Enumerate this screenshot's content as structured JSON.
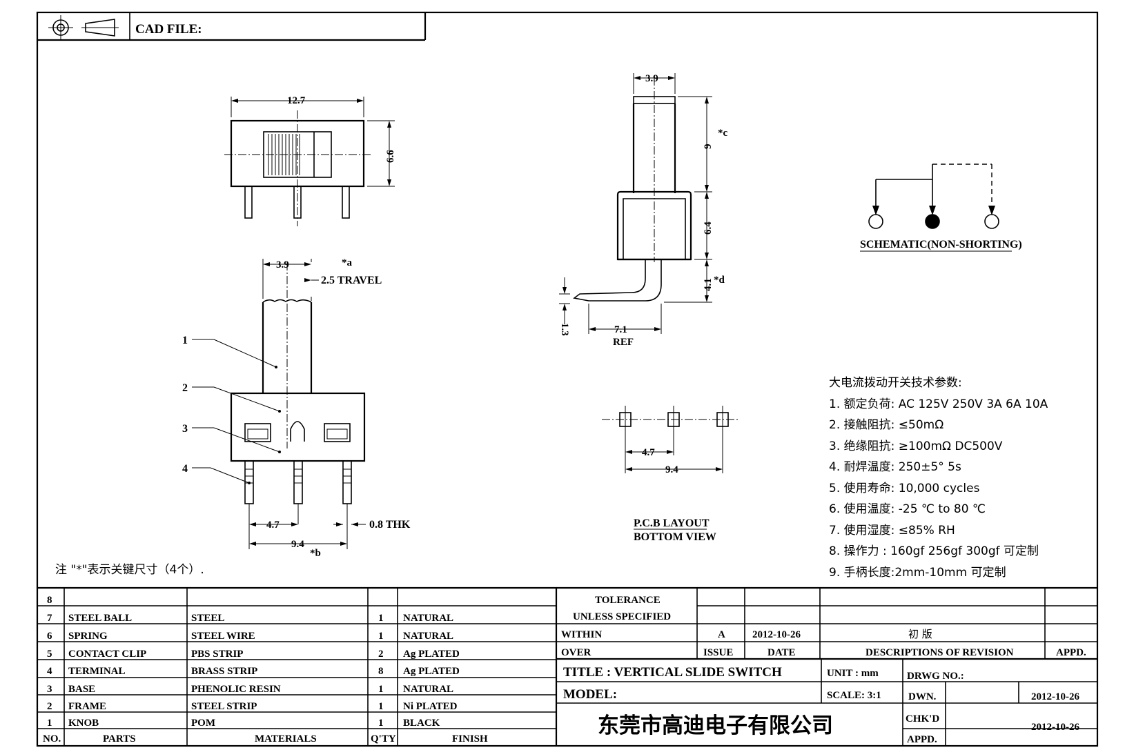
{
  "header": {
    "cad_file_label": "CAD FILE:"
  },
  "dims": {
    "width": "12.7",
    "height": "6.6",
    "knob_width_front": "3.9",
    "travel": "2.5 TRAVEL",
    "mark_a": "*a",
    "pitch": "4.7",
    "span": "9.4",
    "mark_b": "*b",
    "thk": "0.8 THK",
    "knob_width_side": "3.9",
    "knob_len": "9",
    "mark_c": "*c",
    "body_h": "6.4",
    "pin_h": "4.1",
    "mark_d": "*d",
    "pin_off": "1.3",
    "pin_len": "7.1",
    "ref": "REF",
    "pcb_pitch": "4.7",
    "pcb_span": "9.4"
  },
  "callouts": [
    "1",
    "2",
    "3",
    "4"
  ],
  "schematic": {
    "label": "SCHEMATIC(NON-SHORTING)"
  },
  "pcb": {
    "label_1": "P.C.B LAYOUT",
    "label_2": "BOTTOM VIEW"
  },
  "note": "注 \"*\"表示关键尺寸（4个）.",
  "specs": {
    "title": "大电流拨动开关技术参数:",
    "items": [
      "1.  额定负荷: AC 125V 250V    3A    6A    10A",
      "2.    接触阻抗:  ≤50mΩ",
      "3.  绝缘阻抗:  ≥100mΩ   DC500V",
      "4.    耐焊温度: 250±5°  5s",
      "5.  使用寿命: 10,000 cycles",
      "6.    使用温度: -25  ℃  to 80  ℃",
      "7.  使用湿度:  ≤85% RH",
      "8.    操作力 : 160gf    256gf    300gf  可定制",
      "9.  手柄长度:2mm-10mm   可定制"
    ]
  },
  "bom": {
    "rows": [
      {
        "no": "8",
        "part": "",
        "material": "",
        "qty": "",
        "finish": ""
      },
      {
        "no": "7",
        "part": "STEEL BALL",
        "material": "STEEL",
        "qty": "1",
        "finish": "NATURAL"
      },
      {
        "no": "6",
        "part": "SPRING",
        "material": "STEEL WIRE",
        "qty": "1",
        "finish": "NATURAL"
      },
      {
        "no": "5",
        "part": "CONTACT CLIP",
        "material": "PBS STRIP",
        "qty": "2",
        "finish": "Ag PLATED"
      },
      {
        "no": "4",
        "part": "TERMINAL",
        "material": "BRASS STRIP",
        "qty": "8",
        "finish": "Ag PLATED"
      },
      {
        "no": "3",
        "part": "BASE",
        "material": "PHENOLIC RESIN",
        "qty": "1",
        "finish": "NATURAL"
      },
      {
        "no": "2",
        "part": "FRAME",
        "material": "STEEL STRIP",
        "qty": "1",
        "finish": "Ni PLATED"
      },
      {
        "no": "1",
        "part": "KNOB",
        "material": "POM",
        "qty": "1",
        "finish": "BLACK"
      }
    ],
    "headers": {
      "no": "NO.",
      "part": "PARTS",
      "material": "MATERIALS",
      "qty": "Q'TY",
      "finish": "FINISH"
    }
  },
  "title_block": {
    "tolerance": "TOLERANCE",
    "unless": "UNLESS   SPECIFIED",
    "within": "WITHIN",
    "over": "OVER",
    "issue_value": "A",
    "date_value": "2012-10-26",
    "revision_value": "初  版",
    "issue_label": "ISSUE",
    "date_label": "DATE",
    "desc_label": "DESCRIPTIONS  OF  REVISION",
    "appd_label": "APPD.",
    "title": "TITLE :   VERTICAL  SLIDE  SWITCH",
    "unit": "UNIT :   mm",
    "drwg_no": "DRWG  NO.:",
    "model": "MODEL:",
    "scale": "SCALE:   3:1",
    "dwn": "DWN.",
    "dwn_date": "2012-10-26",
    "chkd": "CHK'D",
    "chkd_date": "2012-10-26",
    "appd2": "APPD.",
    "company": "东莞市高迪电子有限公司"
  }
}
